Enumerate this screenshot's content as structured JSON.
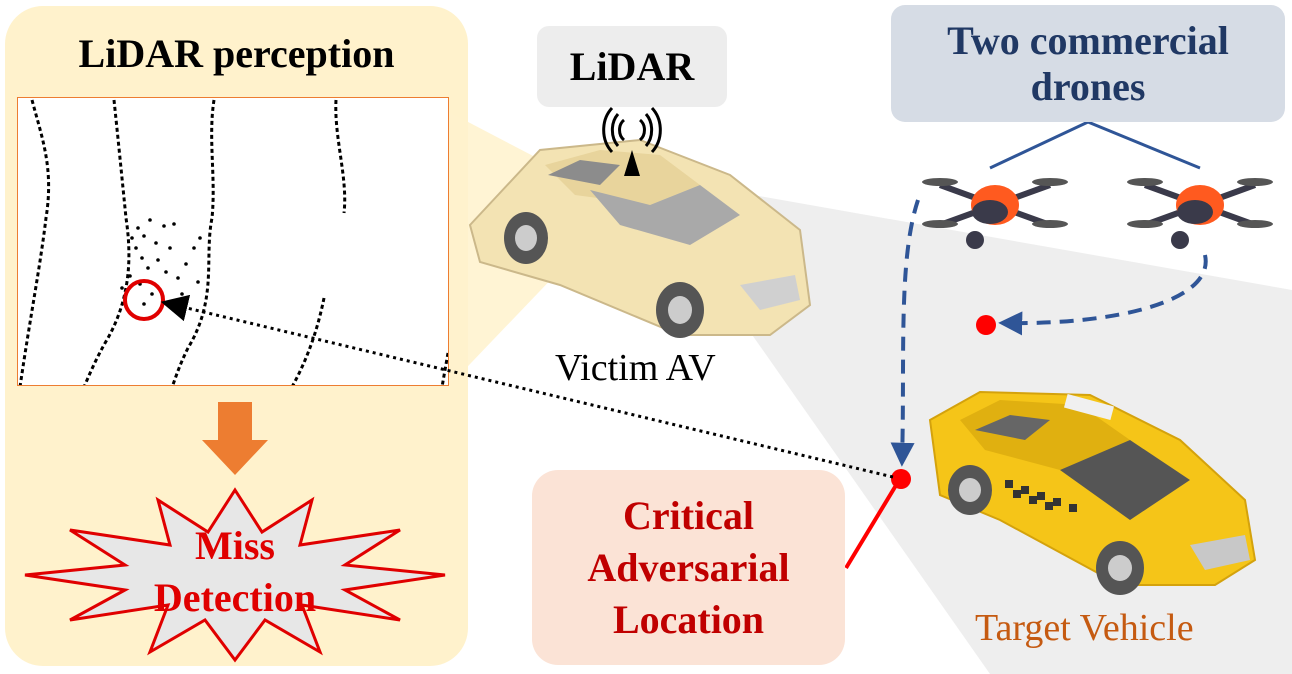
{
  "panel": {
    "title": "LiDAR perception"
  },
  "lidar_sensor": {
    "label": "LiDAR"
  },
  "drones": {
    "label": "Two commercial drones"
  },
  "victim": {
    "label": "Victim AV"
  },
  "target": {
    "label": "Target Vehicle"
  },
  "critical": {
    "label": "Critical Adversarial Location"
  },
  "result": {
    "label": "Miss Detection"
  },
  "colors": {
    "panel_bg": "#fff2cc",
    "drone_label_text": "#203864",
    "critical_text": "#c00000",
    "arrow_orange": "#ed7d31",
    "drone_path_blue": "#2f5597",
    "marker_red": "#ff0000",
    "taxi_yellow": "#f5c518",
    "av_beige": "#f3e3b3"
  }
}
